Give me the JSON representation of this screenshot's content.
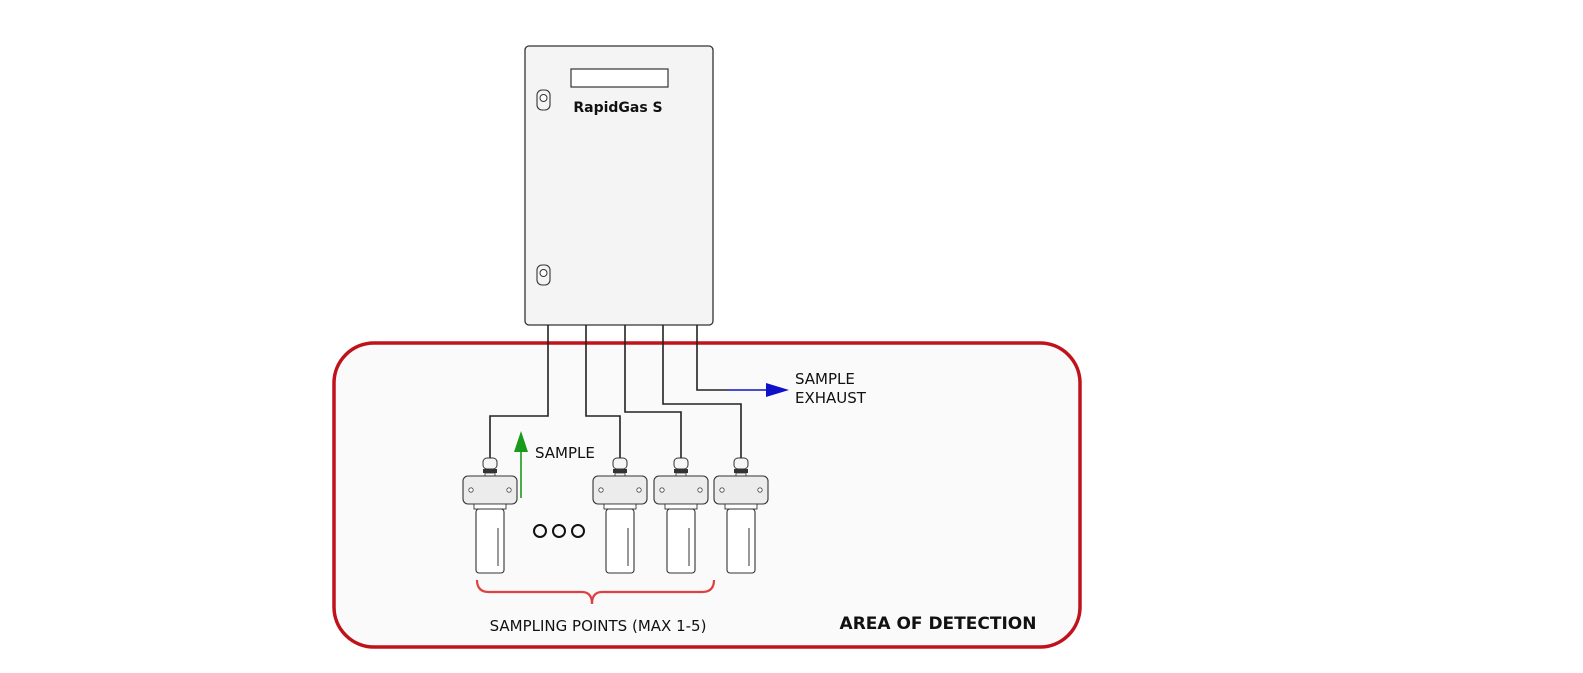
{
  "diagram": {
    "device": {
      "name": "RapidGas S"
    },
    "labels": {
      "sample": "SAMPLE",
      "exhaust_line1": "SAMPLE",
      "exhaust_line2": "EXHAUST",
      "sampling_points": "SAMPLING POINTS (MAX 1-5)",
      "area": "AREA OF DETECTION"
    },
    "colors": {
      "area_border": "#c0121a",
      "brace": "#e04040",
      "sample_arrow": "#1a9a1a",
      "exhaust_arrow": "#1010c8",
      "device_fill": "#f4f4f4",
      "line": "#222222"
    },
    "sampling_points_shown": 4,
    "ellipsis": "ooo"
  }
}
